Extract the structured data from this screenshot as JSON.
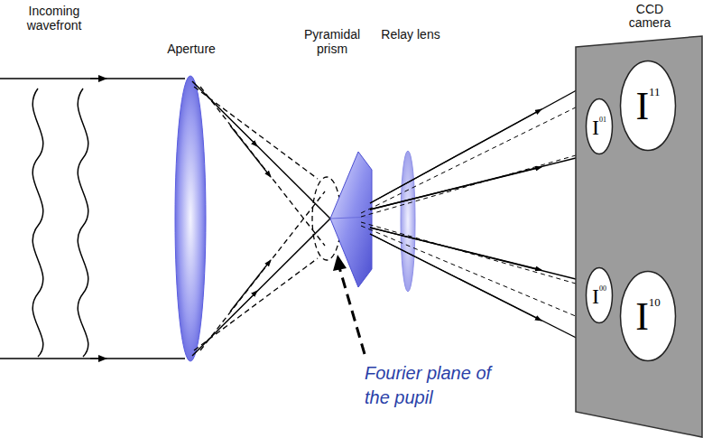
{
  "diagram": {
    "nodes": [
      {
        "text": [
          "CCD camera"
        ]
      },
      {
        "text": [
          "I",
          "11"
        ],
        "in": 0
      },
      {
        "text": [
          "I",
          "01"
        ],
        "in": 0
      },
      {
        "text": [
          "I",
          "00"
        ],
        "in": 0
      },
      {
        "text": [
          "I",
          "10"
        ],
        "in": 0
      }
    ],
    "labels": [
      "Incoming wavefront",
      "Aperture",
      "Pyramidal prism",
      "Relay lens",
      "Fourier plane of the pupil"
    ]
  }
}
